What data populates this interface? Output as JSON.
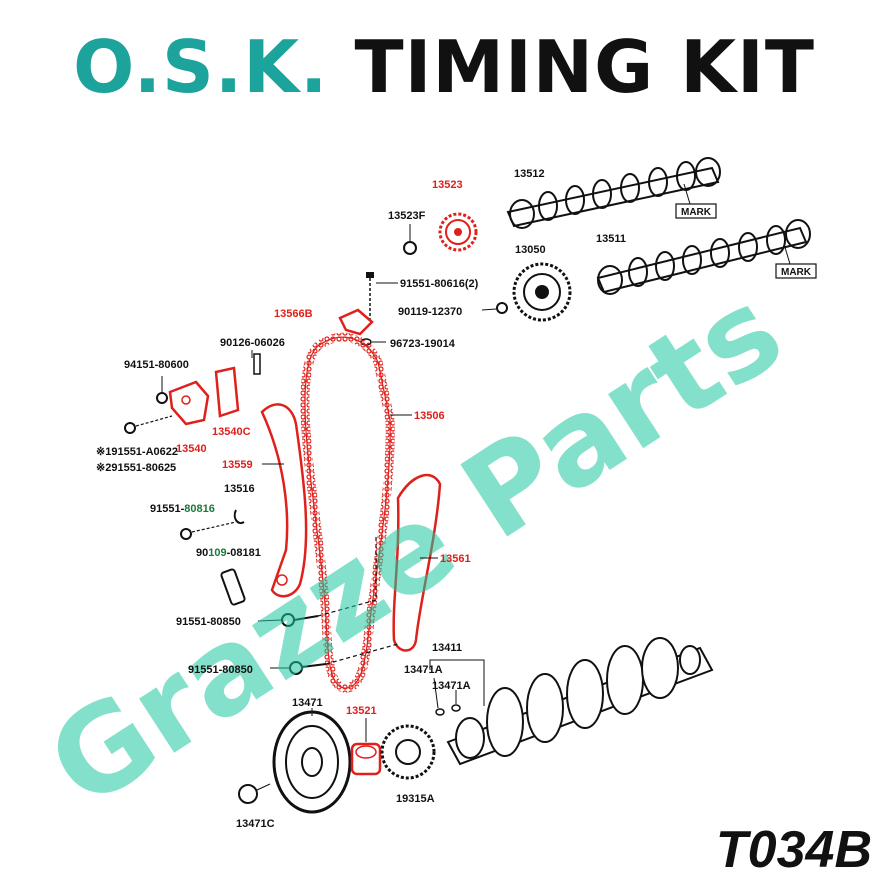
{
  "header": {
    "brand": "O.S.K.",
    "title": "TIMING KIT"
  },
  "watermark": "Grazze Parts",
  "part_code": "T034B",
  "labels": {
    "l13523": "13523",
    "l13512": "13512",
    "l13523f": "13523F",
    "l13050": "13050",
    "l13511": "13511",
    "mark1": "MARK",
    "mark2": "MARK",
    "l91551_80616": "91551-80616(2)",
    "l90119_12370": "90119-12370",
    "l13566b": "13566B",
    "l96723_19014": "96723-19014",
    "l90126_06026": "90126-06026",
    "l94151_80600": "94151-80600",
    "l13506": "13506",
    "l13540c": "13540C",
    "l13540": "13540",
    "l191551_a0622": "※191551-A0622",
    "l291551_80625": "※291551-80625",
    "l13559": "13559",
    "l13516": "13516",
    "l91551_80816_a": "91551-",
    "l91551_80816_b": "80816",
    "l90109_08181_a": "90",
    "l90109_08181_b": "109",
    "l90109_08181_c": "-08181",
    "l13561": "13561",
    "l91551_80850_a": "91551-80850",
    "l91551_80850_b": "91551-80850",
    "l13411": "13411",
    "l13471a_1": "13471A",
    "l13471a_2": "13471A",
    "l13471": "13471",
    "l13521": "13521",
    "l19315a": "19315A",
    "l13471c": "13471C"
  },
  "colors": {
    "brand": "#1ba39c",
    "title": "#111111",
    "highlight": "#e0201b",
    "watermark": "#1ec8a0"
  }
}
